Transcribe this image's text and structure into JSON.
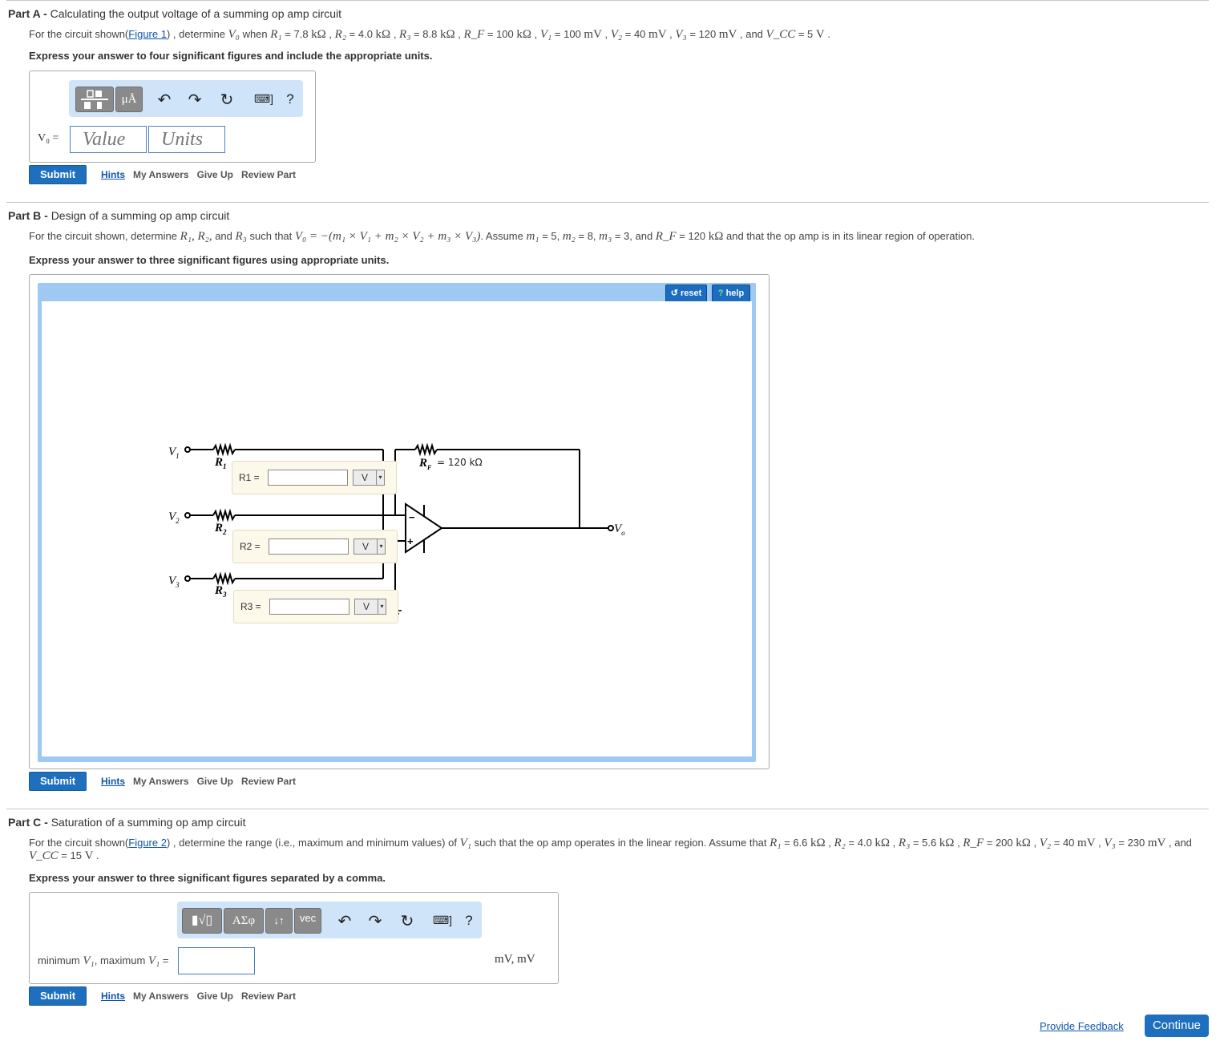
{
  "partA": {
    "label": "Part A -",
    "title": "Calculating the output voltage of a summing op amp circuit",
    "prompt_pre": "For the circuit shown(",
    "figure_link": "Figure 1",
    "prompt_mid": ") , determine ",
    "vo": "V₀",
    "when": " when ",
    "r1": "R₁",
    "r1_eq": " = 7.8 ",
    "kohm": "kΩ",
    "r2": "R₂",
    "r2_eq": " = 4.0 ",
    "r3": "R₃",
    "r3_eq": " = 8.8 ",
    "rf": "R_F",
    "rf_eq": " = 100 ",
    "v1": "V₁",
    "v1_eq": " = 100 ",
    "mv": "mV",
    "v2": "V₂",
    "v2_eq": " = 40 ",
    "v3": "V₃",
    "v3_eq": " = 120 ",
    "and": " , and ",
    "vcc": "V_CC",
    "vcc_eq": " = 5 ",
    "volt": "V",
    "instruction": "Express your answer to four significant figures and include the appropriate units.",
    "answer_label": "V₀ =",
    "value_placeholder": "Value",
    "units_placeholder": "Units",
    "toolbar": {
      "templates_icon": "template-icon",
      "units_label": "μÅ",
      "help": "?"
    }
  },
  "partB": {
    "label": "Part B -",
    "title": "Design of a summing op amp circuit",
    "prompt_pre": "For the circuit shown, determine ",
    "prompt_rs": "R₁, R₂,",
    "prompt_and": " and ",
    "prompt_r3": "R₃",
    "prompt_such": " such that ",
    "prompt_eq": "V₀ = −(m₁ × V₁ + m₂ × V₂ + m₃ × V₃)",
    "prompt_assume": ". Assume ",
    "m1": "m₁",
    "m1_eq": " = 5, ",
    "m2": "m₂",
    "m2_eq": " = 8, ",
    "m3": "m₃",
    "m3_eq": " = 3, and ",
    "rf": "R_F",
    "rf_eq": " = 120 ",
    "kohm": "kΩ",
    "prompt_end": " and that the op amp is in its linear region of operation.",
    "instruction": "Express your answer to three significant figures using appropriate units.",
    "reset": "reset",
    "help": "help",
    "circuit": {
      "v1": "V",
      "v1sub": "1",
      "v2": "V",
      "v2sub": "2",
      "v3": "V",
      "v3sub": "3",
      "r1": "R",
      "r1sub": "1",
      "r2": "R",
      "r2sub": "2",
      "r3": "R",
      "r3sub": "3",
      "rf": "R",
      "rfsub": "F",
      "rf_value": "= 120 kΩ",
      "vo": "V",
      "vosub": "o",
      "minus": "−",
      "plus": "+"
    },
    "labels": [
      {
        "text": "R1 =",
        "unit": "V"
      },
      {
        "text": "R2 =",
        "unit": "V"
      },
      {
        "text": "R3 =",
        "unit": "V"
      }
    ]
  },
  "partC": {
    "label": "Part C -",
    "title": "Saturation of a summing op amp circuit",
    "prompt_pre": "For the circuit shown(",
    "figure_link": "Figure 2",
    "prompt_mid": ") , determine the range (i.e., maximum and minimum values) of ",
    "v1": "V₁",
    "prompt_mid2": " such that the op amp operates in the linear region. Assume that ",
    "r1": "R₁",
    "r1_eq": " = 6.6 ",
    "kohm": "kΩ",
    "r2": "R₂",
    "r2_eq": " = 4.0 ",
    "r3": "R₃",
    "r3_eq": " = 5.6 ",
    "rf": "R_F",
    "rf_eq": " = 200 ",
    "v2": "V₂",
    "v2_eq": " = 40 ",
    "mv": "mV",
    "v3": "V₃",
    "v3_eq": " = 230 ",
    "and": " , and",
    "vcc": "V_CC",
    "vcc_eq": " = 15 ",
    "volt": "V",
    "instruction": "Express your answer to three significant figures separated by a comma.",
    "answer_label_pre": "minimum ",
    "answer_v1": "V₁",
    "answer_label_mid": ", maximum ",
    "answer_label_end": " =",
    "units": "mV, mV",
    "toolbar": {
      "greek": "ΑΣφ",
      "arrows": "↓↑",
      "vec": "vec",
      "help": "?"
    }
  },
  "actions": {
    "submit": "Submit",
    "hints": "Hints",
    "my_answers": "My Answers",
    "give_up": "Give Up",
    "review_part": "Review Part"
  },
  "footer": {
    "feedback": "Provide Feedback",
    "continue": "Continue"
  }
}
